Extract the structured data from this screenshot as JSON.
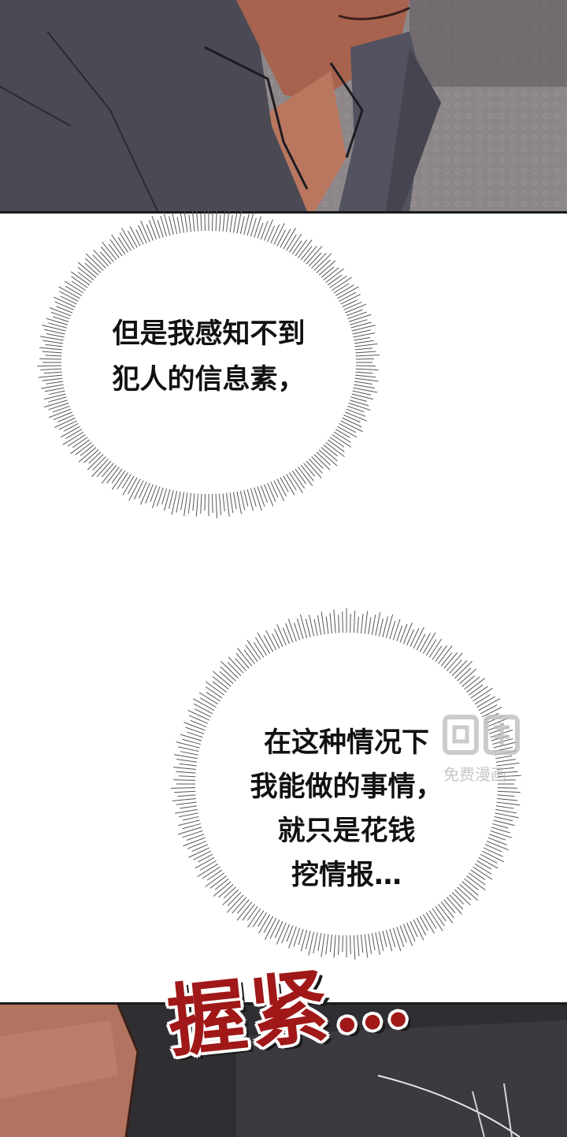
{
  "bubble_1": {
    "line_1": "但是我感知不到",
    "line_2": "犯人的信息素，"
  },
  "bubble_2": {
    "line_1": "在这种情况下",
    "line_2": "我能做的事情，",
    "line_3": "就只是花钱",
    "line_4": "挖情报…"
  },
  "sound_effect": "握紧…",
  "watermark": "免费漫画",
  "colors": {
    "sfx_red": "#a01818",
    "shirt_gray": "#4e4d57",
    "skin": "#b06f5a",
    "background_gray": "#8a8589"
  }
}
